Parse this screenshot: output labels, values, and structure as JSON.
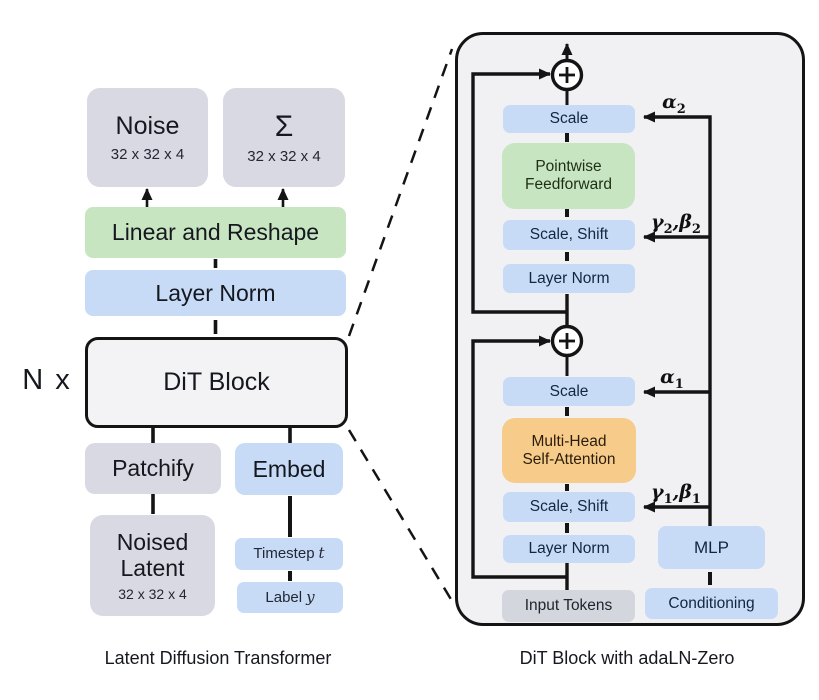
{
  "colors": {
    "blue": "#c7dbf7",
    "green": "#c8e5c1",
    "orange": "#f7cc8b",
    "gray": "#d8d9e2",
    "graydark": "#d4d6de",
    "panel_bg": "#f1f1f3",
    "dit_bg": "#f3f3f5",
    "line": "#141414"
  },
  "left": {
    "caption": "Latent Diffusion Transformer",
    "repeat_label": "N x",
    "noise": {
      "label": "Noise",
      "dims": "32 x 32 x 4"
    },
    "sigma": {
      "label": "Σ",
      "dims": "32 x 32 x 4"
    },
    "linear_reshape": "Linear and Reshape",
    "layer_norm": "Layer Norm",
    "dit_block": "DiT Block",
    "patchify": "Patchify",
    "embed": "Embed",
    "noised_latent": {
      "line1": "Noised",
      "line2": "Latent",
      "dims": "32 x 32 x 4"
    },
    "timestep": {
      "label": "Timestep",
      "var": "t"
    },
    "label_y": {
      "label": "Label",
      "var": "y"
    }
  },
  "right": {
    "caption": "DiT Block with adaLN-Zero",
    "scale_top": "Scale",
    "pointwise": {
      "line1": "Pointwise",
      "line2": "Feedforward"
    },
    "scale_shift_top": "Scale, Shift",
    "layer_norm_top": "Layer Norm",
    "scale_bottom": "Scale",
    "mhsa": {
      "line1": "Multi-Head",
      "line2": "Self-Attention"
    },
    "scale_shift_bottom": "Scale, Shift",
    "layer_norm_bottom": "Layer Norm",
    "input_tokens": "Input Tokens",
    "conditioning": "Conditioning",
    "mlp": "MLP",
    "alpha2": {
      "base": "α",
      "sub": "2"
    },
    "gamma_beta2": {
      "base1": "γ",
      "sub1": "2",
      "sep": ",",
      "base2": "β",
      "sub2": "2"
    },
    "alpha1": {
      "base": "α",
      "sub": "1"
    },
    "gamma_beta1": {
      "base1": "γ",
      "sub1": "1",
      "sep": ",",
      "base2": "β",
      "sub2": "1"
    }
  }
}
